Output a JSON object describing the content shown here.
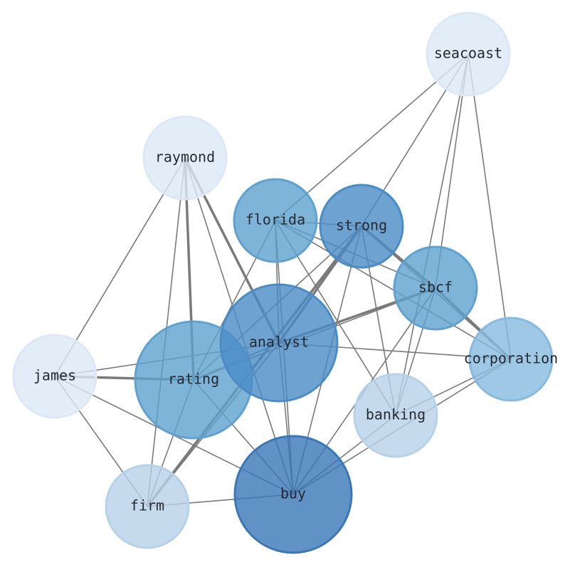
{
  "nodes": [
    {
      "id": "seacoast",
      "label": "seacoast",
      "color": "#dce8f6",
      "size": "small"
    },
    {
      "id": "raymond",
      "label": "raymond",
      "color": "#dce8f6",
      "size": "small"
    },
    {
      "id": "florida",
      "label": "florida",
      "color": "#5fa1d0",
      "size": "small"
    },
    {
      "id": "strong",
      "label": "strong",
      "color": "#4a8cc6",
      "size": "small"
    },
    {
      "id": "sbcf",
      "label": "sbcf",
      "color": "#5fa1d0",
      "size": "small"
    },
    {
      "id": "corporation",
      "label": "corporation",
      "color": "#86bade",
      "size": "small"
    },
    {
      "id": "banking",
      "label": "banking",
      "color": "#b6d2e9",
      "size": "small"
    },
    {
      "id": "james",
      "label": "james",
      "color": "#dce8f6",
      "size": "small"
    },
    {
      "id": "rating",
      "label": "rating",
      "color": "#5fa1d0",
      "size": "large"
    },
    {
      "id": "analyst",
      "label": "analyst",
      "color": "#4a8cc6",
      "size": "large"
    },
    {
      "id": "buy",
      "label": "buy",
      "color": "#3a77b6",
      "size": "large"
    },
    {
      "id": "firm",
      "label": "firm",
      "color": "#b6d2e9",
      "size": "small"
    }
  ],
  "edges": [
    [
      "seacoast",
      "florida",
      1
    ],
    [
      "seacoast",
      "strong",
      1
    ],
    [
      "seacoast",
      "sbcf",
      1
    ],
    [
      "seacoast",
      "banking",
      1
    ],
    [
      "seacoast",
      "corporation",
      1
    ],
    [
      "raymond",
      "james",
      1
    ],
    [
      "raymond",
      "firm",
      1
    ],
    [
      "raymond",
      "rating",
      3
    ],
    [
      "raymond",
      "analyst",
      3
    ],
    [
      "raymond",
      "buy",
      1
    ],
    [
      "florida",
      "strong",
      1
    ],
    [
      "florida",
      "sbcf",
      1
    ],
    [
      "florida",
      "corporation",
      1
    ],
    [
      "florida",
      "banking",
      1
    ],
    [
      "florida",
      "buy",
      1
    ],
    [
      "florida",
      "analyst",
      1
    ],
    [
      "florida",
      "rating",
      1
    ],
    [
      "strong",
      "sbcf",
      3
    ],
    [
      "strong",
      "corporation",
      1
    ],
    [
      "strong",
      "banking",
      1
    ],
    [
      "strong",
      "buy",
      1
    ],
    [
      "strong",
      "analyst",
      3
    ],
    [
      "strong",
      "firm",
      3
    ],
    [
      "strong",
      "rating",
      1
    ],
    [
      "sbcf",
      "analyst",
      3
    ],
    [
      "sbcf",
      "corporation",
      3
    ],
    [
      "sbcf",
      "buy",
      1
    ],
    [
      "sbcf",
      "banking",
      1
    ],
    [
      "sbcf",
      "rating",
      1
    ],
    [
      "analyst",
      "corporation",
      1
    ],
    [
      "analyst",
      "buy",
      1
    ],
    [
      "analyst",
      "rating",
      1
    ],
    [
      "analyst",
      "firm",
      1
    ],
    [
      "analyst",
      "james",
      1
    ],
    [
      "corporation",
      "buy",
      1
    ],
    [
      "corporation",
      "banking",
      1
    ],
    [
      "banking",
      "buy",
      1
    ],
    [
      "james",
      "rating",
      3
    ],
    [
      "james",
      "firm",
      1
    ],
    [
      "james",
      "buy",
      1
    ],
    [
      "rating",
      "buy",
      1
    ],
    [
      "rating",
      "firm",
      1
    ],
    [
      "firm",
      "buy",
      1
    ]
  ]
}
